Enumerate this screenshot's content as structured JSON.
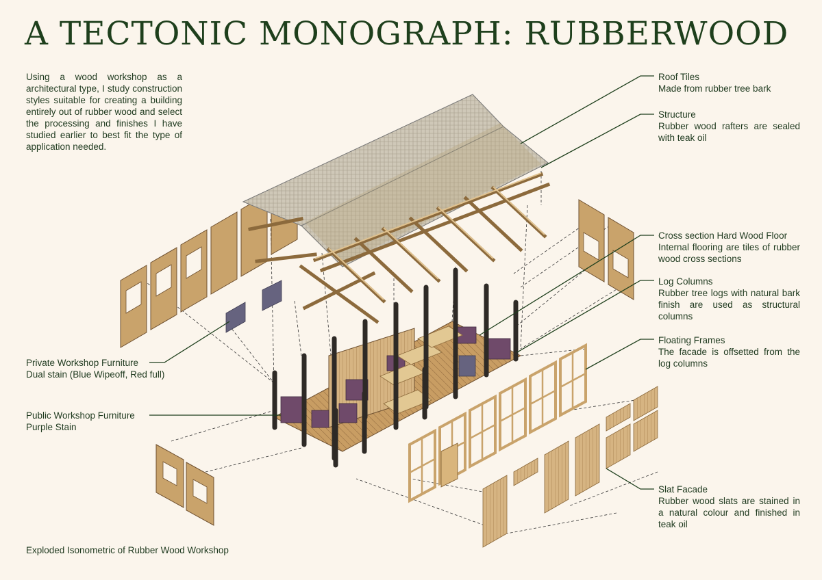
{
  "title": "A TECTONIC MONOGRAPH: RUBBERWOOD",
  "intro": "Using a wood workshop as a architectural type, I study construction styles suitable for creating a building entirely out of rubber wood and select the processing and finishes I have studied earlier to best fit the type of application needed.",
  "caption": "Exploded Isonometric of Rubber Wood Workshop",
  "labels": {
    "roof_tiles": {
      "title": "Roof Tiles",
      "desc": "Made from rubber tree bark"
    },
    "structure": {
      "title": "Structure",
      "desc": "Rubber wood rafters are sealed with teak oil"
    },
    "floor": {
      "title": "Cross section Hard Wood Floor",
      "desc": "Internal flooring are tiles of rubber wood cross sections"
    },
    "columns": {
      "title": "Log Columns",
      "desc": "Rubber tree logs with natural bark finish are used as structural columns"
    },
    "frames": {
      "title": "Floating Frames",
      "desc": "The facade is offsetted from the log columns"
    },
    "slat": {
      "title": "Slat Facade",
      "desc": "Rubber wood slats are stained in a natural colour and finished in teak oil"
    },
    "private": {
      "title": "Private Workshop Furniture",
      "desc": "Dual stain (Blue Wipeoff, Red full)"
    },
    "public": {
      "title": "Public Workshop Furniture",
      "desc": "Purple Stain"
    }
  },
  "colors": {
    "background": "#fbf5ec",
    "text": "#1f3a1f",
    "wood": "#c9a36b",
    "wood_dark": "#8c6a3c",
    "roof": "#c7c0b0",
    "log": "#2e2a26",
    "purple_stain": "#6f4a6a",
    "blue_stain": "#66637f"
  }
}
